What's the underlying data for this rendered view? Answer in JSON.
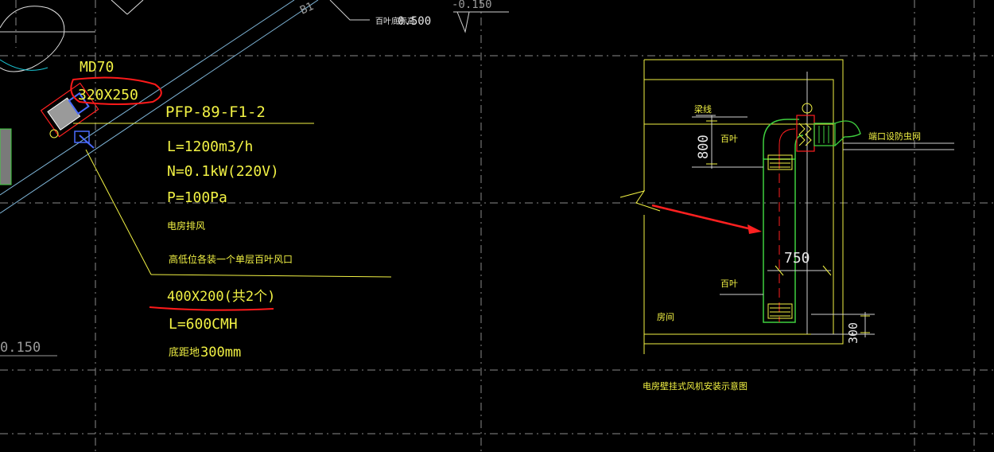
{
  "labels": {
    "top_elev_partial": "0.500",
    "top_elev_prefix": "百叶底标高",
    "top_minus": "-0.150",
    "partial_b": "B1",
    "damper": "MD70",
    "duct_size_1": "320X250",
    "fan_id": "PFP-89-F1-2",
    "airflow": "L=1200m3/h",
    "power": "N=0.1kW(220V)",
    "pressure": "P=100Pa",
    "room_exhaust": "电房排风",
    "note_louver": "高低位各装一个单层百叶风口",
    "louver_size": "400X200(共2个)",
    "louver_flow": "L=600CMH",
    "bottom_elev_prefix": "底距地",
    "bottom_elev_value": "300mm",
    "left_elev": "0.150",
    "beam_line": "梁线",
    "louver_upper": "百叶",
    "dim_800": "800",
    "outlet_damper": "端口设防虫网",
    "dim_750": "750",
    "louver_lower": "百叶",
    "room": "房间",
    "dim_300": "300",
    "diagram_caption": "电房壁挂式风机安装示意图"
  },
  "colors": {
    "background": "#000000",
    "annotation": "#f2f244",
    "duct_outline": "#3fd03f",
    "duct_center": "#ff2020",
    "highlight": "#ff1a1a",
    "grid": "#8a8a8a",
    "light_line": "#d0d0d0",
    "cyan": "#19c7d6",
    "equipment_blue": "#4b6cff"
  }
}
